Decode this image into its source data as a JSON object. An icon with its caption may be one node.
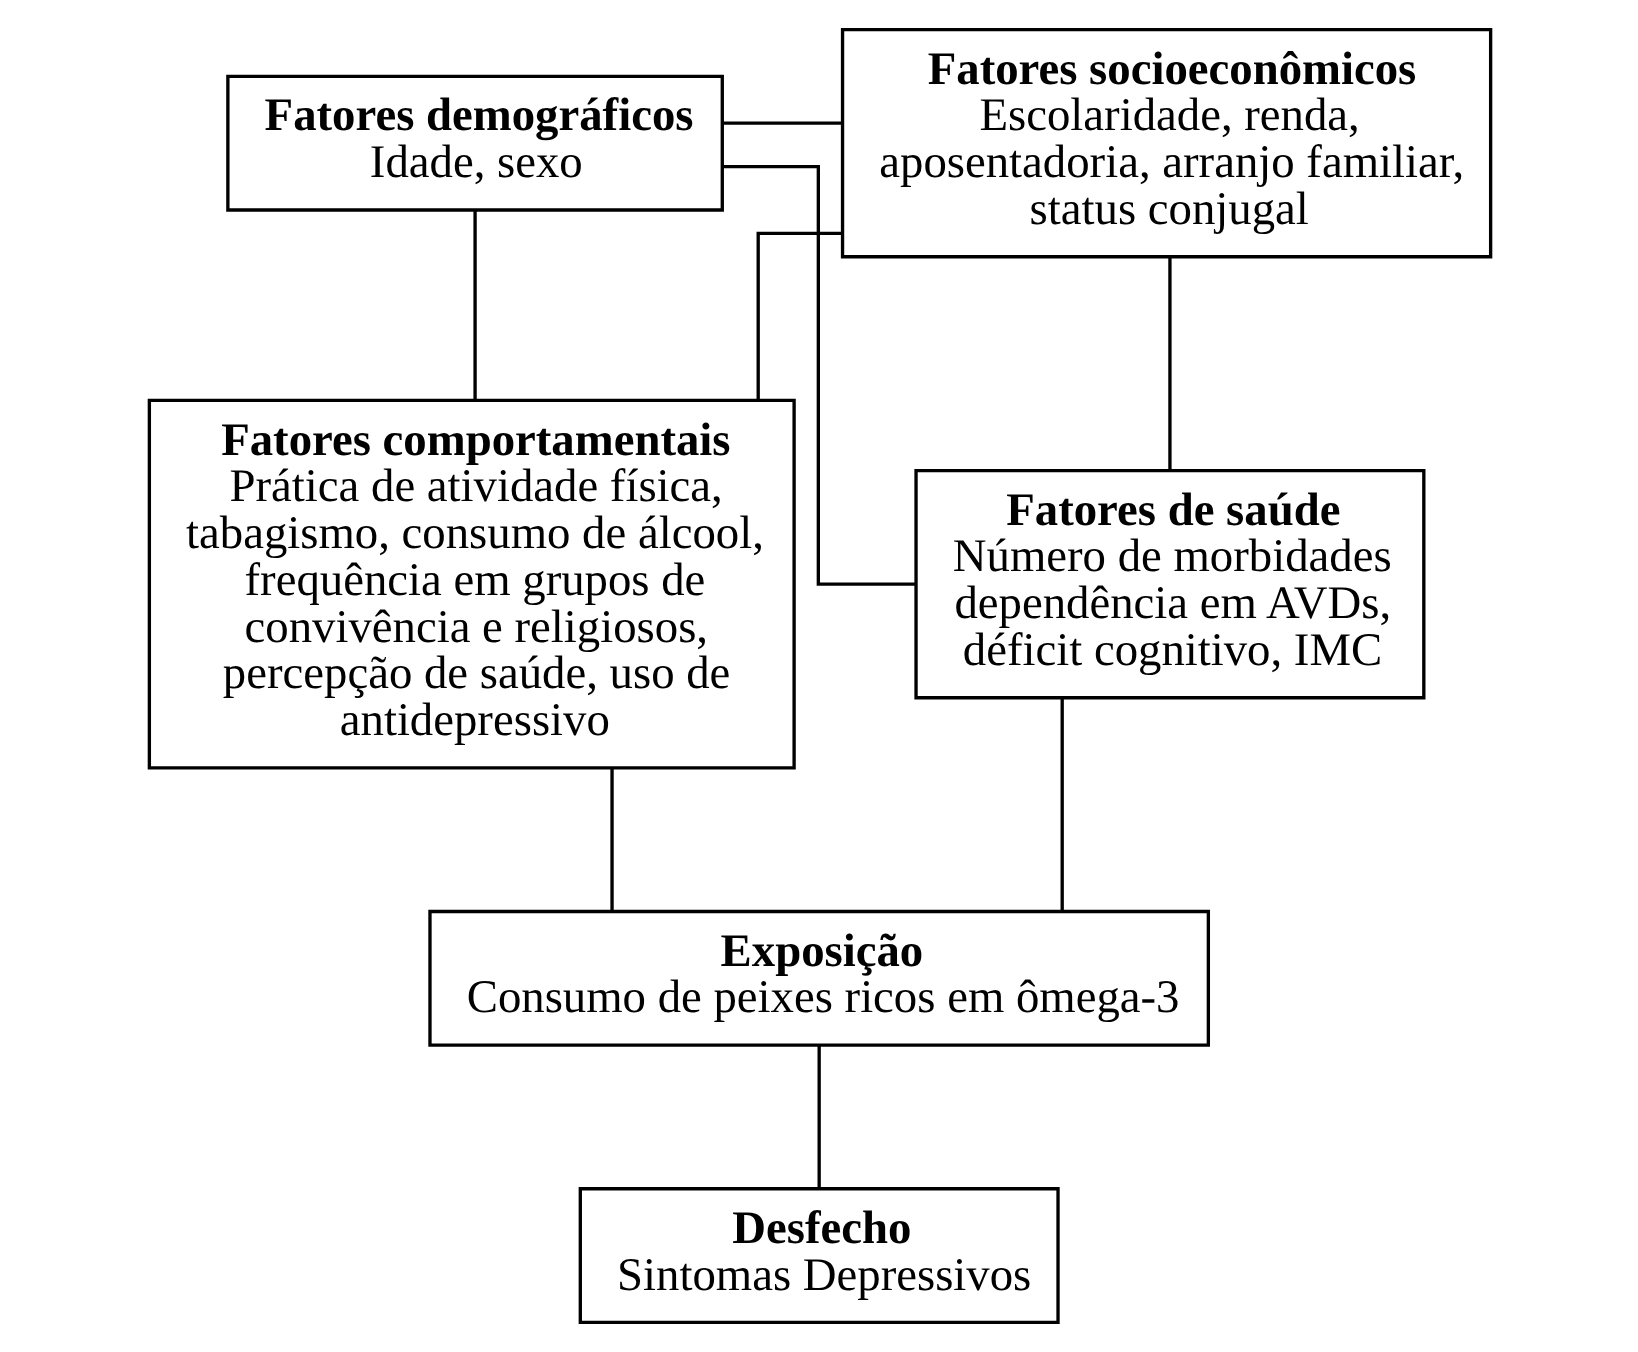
{
  "diagram": {
    "nodes": [
      {
        "text": [
          "Fatores demográficos",
          "Idade, sexo"
        ]
      },
      {
        "text": [
          "Fatores socioeconômicos",
          "Escolaridade, renda, aposentadoria, arranjo familiar, status conjugal"
        ]
      },
      {
        "text": [
          "Fatores comportamentais",
          "Prática de atividade física, tabagismo, consumo de álcool, frequência em grupos de convivência e religiosos, percepção de saúde, uso de antidepressivo"
        ]
      },
      {
        "text": [
          "Fatores de saúde",
          "Número de morbidades dependência em AVDs, déficit cognitivo, IMC"
        ]
      },
      {
        "text": [
          "Exposição",
          "Consumo de peixes ricos em ômega-3"
        ]
      },
      {
        "text": [
          "Desfecho",
          "Sintomas Depressivos"
        ]
      }
    ],
    "edges": [
      {
        "from": 0,
        "to": 1,
        "arrow": "none"
      },
      {
        "from": 0,
        "to": 2,
        "arrow": "none"
      },
      {
        "from": 0,
        "to": 3,
        "arrow": "none"
      },
      {
        "from": 1,
        "to": 2,
        "arrow": "none"
      },
      {
        "from": 1,
        "to": 3,
        "arrow": "none"
      },
      {
        "from": 2,
        "to": 4,
        "arrow": "none"
      },
      {
        "from": 3,
        "to": 4,
        "arrow": "none"
      },
      {
        "from": 4,
        "to": 5,
        "arrow": "none"
      }
    ]
  }
}
